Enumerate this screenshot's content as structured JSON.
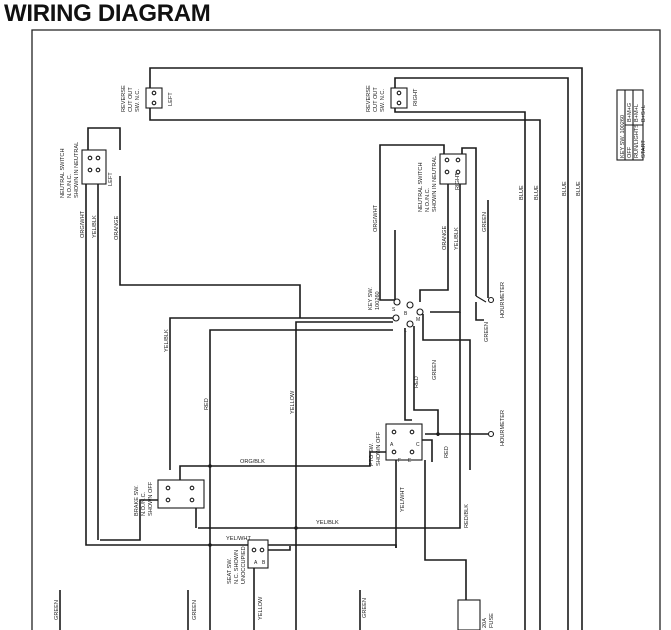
{
  "title": "WIRING DIAGRAM",
  "components": {
    "rev_left": {
      "lines": [
        "REVERSE",
        "CUT OUT",
        "SW. N.C."
      ],
      "side": "LEFT"
    },
    "rev_right": {
      "lines": [
        "REVERSE",
        "CUT OUT",
        "SW. N.C."
      ],
      "side": "RIGHT"
    },
    "neutral_left": {
      "lines": [
        "NEUTRAL SWITCH",
        "N.O./N.C.",
        "SHOWN IN NEUTRAL"
      ],
      "side": "LEFT"
    },
    "neutral_right": {
      "lines": [
        "NEUTRAL SWITCH",
        "N.O./N.C.",
        "SHOWN IN NEUTRAL"
      ],
      "side": "RIGHT"
    },
    "key_switch": {
      "lines": [
        "KEY SW.",
        "100260"
      ]
    },
    "pto_switch": {
      "lines": [
        "PTO SW.",
        "SHOWN OFF"
      ]
    },
    "brake_switch": {
      "lines": [
        "BRAKE SW.",
        "N.O./N.C.",
        "SHOWN OFF"
      ]
    },
    "seat_switch": {
      "lines": [
        "SEAT SW.",
        "N.C. SHOWN",
        "UNOCCUPIED"
      ]
    },
    "hourmeter_top": "HOURMETER",
    "hourmeter_mid": "HOURMETER",
    "fuse": [
      "20A",
      "FUSE"
    ]
  },
  "key_table": {
    "header": "KEY SW. 100260",
    "rows": [
      {
        "pos": "OFF",
        "conn": "B+M+G"
      },
      {
        "pos": "RUN/LIGHTS",
        "conn": "B+M+L"
      },
      {
        "pos": "START",
        "conn": "B+S+L"
      }
    ]
  },
  "wire_labels": {
    "blue1": "BLUE",
    "blue2": "BLUE",
    "blue3": "BLUE",
    "blue4": "BLUE",
    "org_wht_left": "ORG/WHT",
    "yel_blk_left": "YEL/BLK",
    "orange_left": "ORANGE",
    "org_wht_right": "ORG/WHT",
    "orange_right": "ORANGE",
    "yel_blk_right": "YEL/BLK",
    "green_right": "GREEN",
    "green_key": "GREEN",
    "yel_blk_mid": "YEL/BLK",
    "red_left": "RED",
    "yellow_mid": "YELLOW",
    "red_key": "RED",
    "green_key2": "GREEN",
    "red_pto": "RED",
    "org_blk": "ORG/BLK",
    "yel_wht_pto": "YEL/WHT",
    "red_blk": "RED/BLK",
    "yel_wht_bot": "YEL/WHT",
    "yel_blk_bot": "YEL/BLK",
    "green_bot1": "GREEN",
    "green_bot2": "GREEN",
    "yellow_bot": "YELLOW",
    "green_bot3": "GREEN"
  }
}
